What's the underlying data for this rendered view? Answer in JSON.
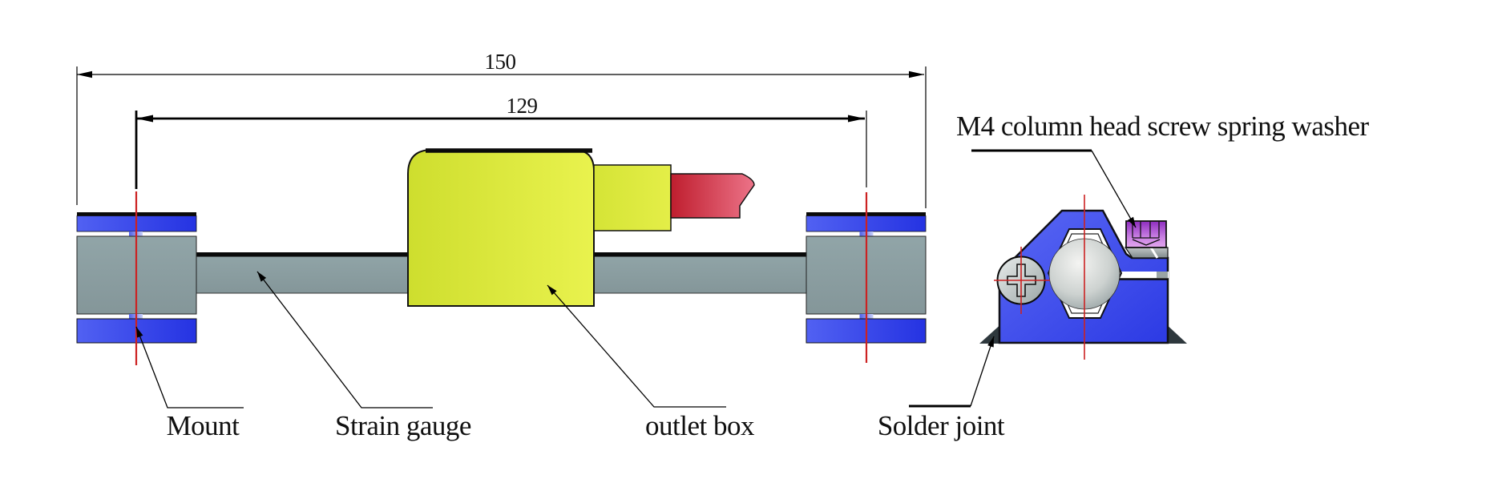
{
  "dimensions": {
    "overall_length": "150",
    "gauge_length": "129"
  },
  "labels": {
    "mount": "Mount",
    "strain_gauge": "Strain gauge",
    "outlet_box": "outlet box",
    "solder_joint": "Solder joint",
    "m4_screw": "M4 column head screw spring washer"
  },
  "colors": {
    "mount_blue": "#2f3de8",
    "part_gray": "#8a9da0",
    "outlet_yellow": "#dce73c",
    "cable_red": "#d4404f",
    "clamp_blue": "#3847e9",
    "washer_purple": "#b55ad6",
    "centerline_red": "#cc2222",
    "base_dark": "#2e383d",
    "line_black": "#0a0a0a",
    "background": "#ffffff"
  }
}
